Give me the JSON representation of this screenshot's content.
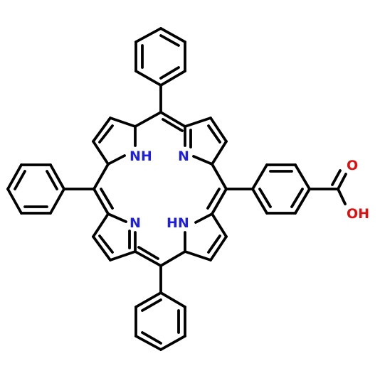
{
  "molecule": {
    "atom_labels": {
      "nh_top": "NH",
      "n_top_right": "N",
      "n_bottom_left": "N",
      "hn_bottom_right": "HN",
      "carbonyl_o": "O",
      "hydroxyl": "OH"
    },
    "colors": {
      "bond": "#000000",
      "nitrogen": "#1f1fdc",
      "oxygen": "#e10f0f",
      "background": "#ffffff"
    }
  }
}
